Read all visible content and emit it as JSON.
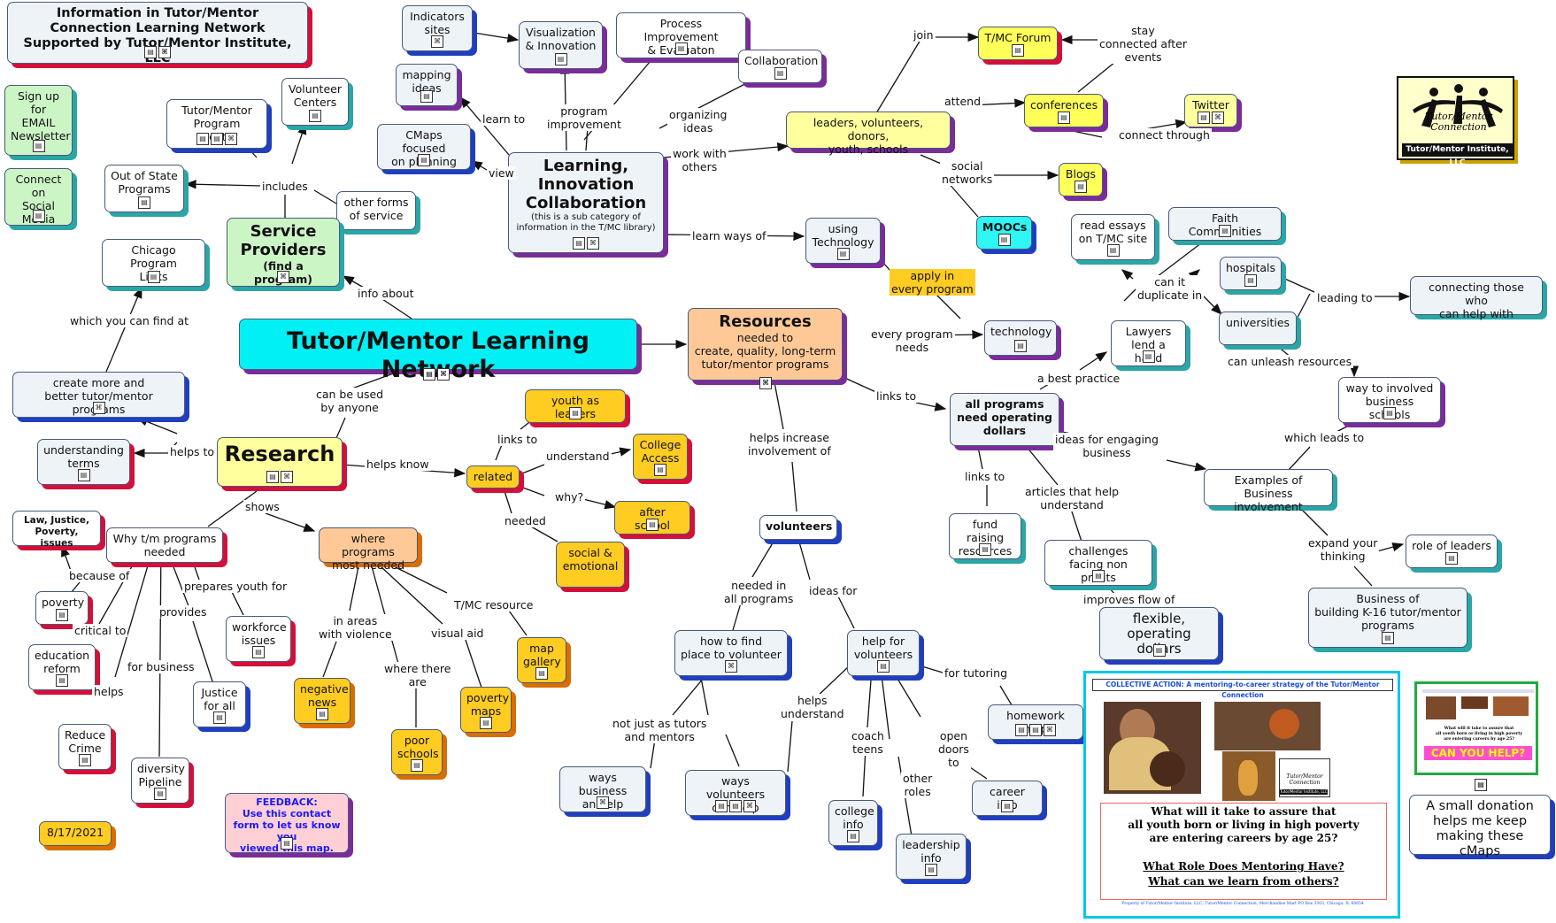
{
  "nodes": {
    "info_title": "Information in Tutor/Mentor\nConnection Learning Network\nSupported by Tutor/Mentor Institute, LLC",
    "signup": "Sign up\nfor\nEMAIL\nNewsletter",
    "social": "Connect on\nSocial\nMedia",
    "locator": "Tutor/Mentor\nProgram Locator",
    "volunteer_centers": "Volunteer\nCenters",
    "out_of_state": "Out of State\nPrograms",
    "other_forms": "other forms\nof service",
    "service_providers": "Service\nProviders",
    "service_providers_sub": "(find a program)",
    "chicago_links": "Chicago Program\nLinks",
    "indicators": "Indicators\nsites",
    "visualization": "Visualization\n& Innovation",
    "process_improvement": "Process Improvement\n& Evaluaton",
    "collaboration": "Collaboration",
    "mapping_ideas": "mapping\nideas",
    "cmaps_planning": "CMaps focused\non planning",
    "learning": "Learning,\nInnovation\nCollaboration",
    "learning_sub": "(this is a sub category of\ninformation in the T/MC library)",
    "tmc_forum": "T/MC Forum",
    "leaders": "leaders, volunteers, donors,\nyouth, schools",
    "conferences": "conferences",
    "twitter": "Twitter",
    "blogs": "Blogs",
    "moocs": "MOOCs",
    "using_tech": "using\nTechnology",
    "read_essays": "read essays\non T/MC site",
    "faith": "Faith Communities",
    "hospitals": "hospitals",
    "connecting": "connecting those who\ncan help with",
    "universities": "universities",
    "lawyers": "Lawyers\nlend a hand",
    "technology": "technology",
    "network": "Tutor/Mentor Learning Network",
    "resources": "Resources",
    "resources_sub": "needed to\ncreate, quality, long-term\ntutor/mentor programs",
    "create_more": "create more and\nbetter tutor/mentor programs",
    "understanding": "understanding\nterms",
    "research": "Research",
    "youth_leaders": "youth as leaders",
    "college_access": "College\nAccess",
    "related": "related",
    "after_school": "after school",
    "social_emotional": "social &\nemotional",
    "all_programs": "all programs\nneed operating\ndollars",
    "way_involved": "way to involved\nbusiness schools",
    "examples": "Examples of\nBusiness involvement",
    "law": "Law, Justice,\nPoverty, issues",
    "why_tm": "Why t/m programs\nneeded",
    "where_programs": "where programs\nmost needed",
    "volunteers": "volunteers",
    "fund_raising": "fund raising\nresources",
    "challenges": "challenges\nfacing non profits",
    "flexible": "flexible,\noperating dollars",
    "role_leaders": "role of leaders",
    "business_k16": "Business of\nbuilding K-16 tutor/mentor\nprograms",
    "poverty": "poverty",
    "workforce": "workforce\nissues",
    "education_reform": "education\nreform",
    "justice": "Justice\nfor all",
    "reduce_crime": "Reduce\nCrime",
    "diversity": "diversity\nPipeline",
    "map_gallery": "map\ngallery",
    "negative_news": "negative\nnews",
    "poverty_maps": "poverty\nmaps",
    "poor_schools": "poor\nschools",
    "how_to_find": "how to find\nplace to volunteer",
    "help_volunteers": "help for\nvolunteers",
    "homework_help": "homework help",
    "ways_business": "ways business\nan help",
    "ways_volunteers": "ways volunteers\ncan help",
    "career_info": "career info",
    "college_info": "college\ninfo",
    "leadership_info": "leadership\ninfo",
    "feedback": "FEEDBACK:\nUse this contact\nform to let us know you\nviewed this map.",
    "date": "8/17/2021",
    "donation": "A small donation\nhelps me keep\nmaking these cMaps"
  },
  "labels": {
    "includes": "includes",
    "info_about": "info about",
    "which_find": "which you can find at",
    "helps_to": "helps to",
    "can_be_used": "can be used\nby anyone",
    "helps_know": "helps know",
    "shows": "shows",
    "learn_to": "learn to",
    "view": "view",
    "program_improvement": "program\nimprovement",
    "organizing": "organizing\nideas",
    "work_with": "work with\nothers",
    "learn_ways": "learn ways of",
    "join": "join",
    "stay_connected": "stay\nconnected after\nevents",
    "attend": "attend",
    "connect_through": "connect through",
    "social_networks": "social\nnetworks",
    "apply_in": "apply in\nevery program",
    "every_program": "every program\nneeds",
    "links_to_all": "links to",
    "helps_increase": "helps increase\ninvolvement of",
    "best_practice": "a best practice",
    "can_it": "can it\nduplicate in",
    "leading_to": "leading to",
    "unleash": "can unleash resources",
    "which_leads": "which leads to",
    "ideas_engaging": "ideas for engaging\nbusiness",
    "links_to_fund": "links to",
    "articles": "articles that help\nunderstand",
    "improves_flow": "improves flow of",
    "expand": "expand your\nthinking",
    "links_to_youth": "links to",
    "understand": "understand",
    "why": "why?",
    "needed": "needed",
    "because_of": "because of",
    "prepares": "prepares youth for",
    "critical": "critical to",
    "provides": "provides",
    "for_business": "for business",
    "helps": "helps",
    "in_areas": "in areas\nwith violence",
    "where_there": "where there\nare",
    "visual_aid": "visual aid",
    "tmc_resource": "T/MC resource",
    "needed_all": "needed in\nall programs",
    "ideas_for": "ideas for",
    "not_just": "not just as tutors\nand mentors",
    "helps_understand": "helps\nunderstand",
    "coach_teens": "coach\nteens",
    "other_roles": "other\nroles",
    "open_doors": "open\ndoors\nto",
    "for_tutoring": "for tutoring"
  },
  "logo": {
    "name": "Tutor/Mentor\nConnection",
    "caption": "Tutor/Mentor Institute, LLC"
  },
  "poster": {
    "header": "COLLECTIVE ACTION: A mentoring-to-career strategy of the Tutor/Mentor Connection",
    "question": "What will it take to assure that\nall youth born or living in high poverty\nare entering careers by age 25?",
    "q2": "What Role Does Mentoring Have?",
    "q3": "What can we learn from others?",
    "footer": "Property of Tutor/Mentor Institute, LLC; Tutor/Mentor Connection, Merchandise Mart PO Box 3303, Chicago, IL 60654",
    "logo_name": "Tutor/Mentor\nConnection",
    "logo_caption": "Tutor/Mentor Institute, LLC"
  },
  "small_poster": {
    "question": "What will it take to assure that\nall youth born or living in high poverty\nare entering careers by age 25?",
    "banner": "CAN YOU HELP?"
  },
  "colors": {
    "line": "#111111",
    "network": "#00f0f5",
    "research": "#ffff9e",
    "resources": "#ffc997",
    "orange_node": "#ffcc22",
    "yellow_node": "#ffff5a",
    "green_node": "#ccf5c6"
  }
}
